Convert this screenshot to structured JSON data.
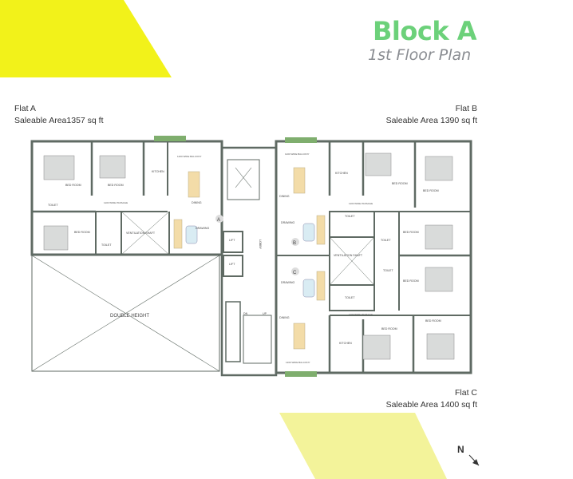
{
  "header": {
    "title": "Block A",
    "subtitle": "1st Floor Plan"
  },
  "flats": {
    "a": {
      "name": "Flat A",
      "area": "Saleable Area1357 sq ft"
    },
    "b": {
      "name": "Flat B",
      "area": "Saleable Area 1390 sq ft"
    },
    "c": {
      "name": "Flat C",
      "area": "Saleable Area 1400 sq ft"
    }
  },
  "rooms": {
    "bed": "BED ROOM",
    "kitchen": "KITCHEN",
    "dining": "DINING",
    "drawing": "DRAWING",
    "toilet": "TOILET",
    "balcony": "1200 WIDE BALCONY",
    "passage": "1100 WIDE PASSAGE",
    "vent": "VENTILATION SHAFT",
    "double": "DOUBLE HEIGHT",
    "lift": "LIFT",
    "lobby": "LOBBY",
    "up": "UP",
    "dn": "DN"
  },
  "markers": {
    "a": "A",
    "b": "B",
    "c": "C"
  },
  "compass": {
    "label": "N"
  },
  "colors": {
    "accent_yellow": "#f2f21a",
    "title_green": "#6cd17a",
    "wall": "#5f6a63",
    "wood": "#f3dca8"
  }
}
